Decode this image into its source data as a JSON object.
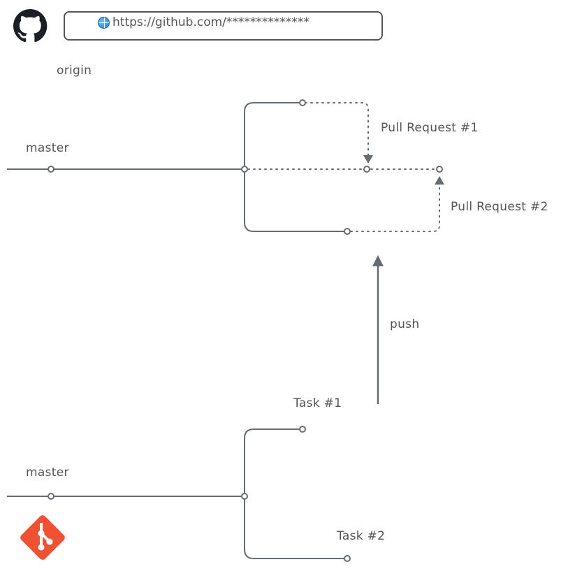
{
  "remote": {
    "url": "https://github.com/**************",
    "label": "origin",
    "branch_label": "master",
    "pr1_label": "Pull Request #1",
    "pr2_label": "Pull Request #2"
  },
  "push_label": "push",
  "local": {
    "branch_label": "master",
    "task1_label": "Task #1",
    "task2_label": "Task #2"
  },
  "icons": {
    "github": "github-logo-icon",
    "git": "git-logo-icon",
    "globe": "globe-icon"
  },
  "colors": {
    "line": "#666d72",
    "text": "#555555",
    "git_orange": "#f05133"
  }
}
